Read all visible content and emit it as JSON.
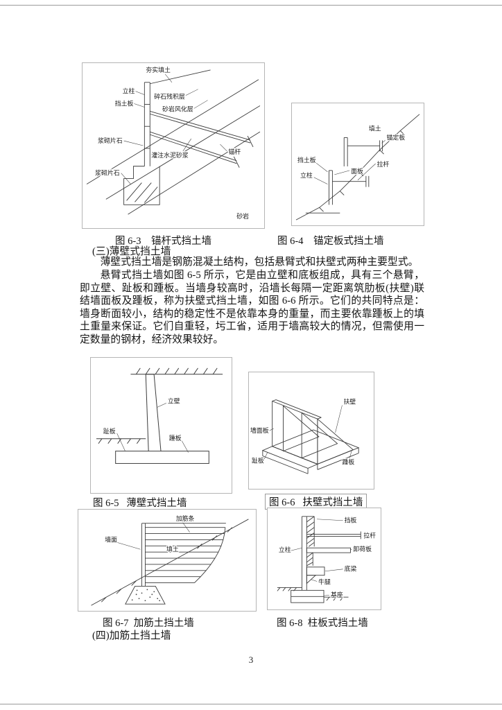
{
  "page": {
    "number": "3"
  },
  "content": {
    "heading_section3": "(三)薄壁式挡土墙",
    "para1": "薄壁式挡土墙是钢筋混凝土结构，包括悬臂式和扶壁式两种主要型式。",
    "para2": "悬臂式挡土墙如图 6-5 所示，它是由立壁和底板组成，具有三个悬臂，即立壁、趾板和踵板。当墙身较高时，沿墙长每隔一定距离筑肋板(扶壁)联结墙面板及踵板，称为扶壁式挡土墙，如图 6-6 所示。它们的共同特点是：墙身断面较小，结构的稳定性不是依靠本身的重量，而主要依靠踵板上的填土重量来保证。它们自重轻，圬工省，适用于墙高较大的情况，但需使用一定数量的钢材，经济效果较好。",
    "heading_section4": "(四)加筋土挡土墙"
  },
  "figures": {
    "fig63": {
      "caption": "图 6-3    锚杆式挡土墙",
      "labels": [
        "夯实填土",
        "立柱",
        "挡土板",
        "碎石残积层",
        "砂岩风化层",
        "浆砌片石",
        "灌注水泥砂浆",
        "锚杆",
        "浆砌片石",
        "砂岩"
      ]
    },
    "fig64": {
      "caption": "图 6-4    锚定板式挡土墙",
      "labels": [
        "挡土板",
        "立柱",
        "填土",
        "锚定板",
        "拉杆",
        "面板"
      ]
    },
    "fig65": {
      "caption": "图 6-5   薄壁式挡土墙",
      "labels": [
        "立壁",
        "趾板",
        "踵板"
      ]
    },
    "fig66": {
      "caption": "图 6-6   扶壁式挡土墙",
      "labels": [
        "扶壁",
        "墙面板",
        "趾板",
        "踵板"
      ]
    },
    "fig67": {
      "caption": "图 6-7  加筋土挡土墙",
      "labels": [
        "墙面",
        "加筋条",
        "填土"
      ]
    },
    "fig68": {
      "caption": "图 6-8  柱板式挡土墙",
      "labels": [
        "挡板",
        "拉杆",
        "卸荷板",
        "底梁",
        "牛腿",
        "基座",
        "立柱"
      ]
    }
  }
}
